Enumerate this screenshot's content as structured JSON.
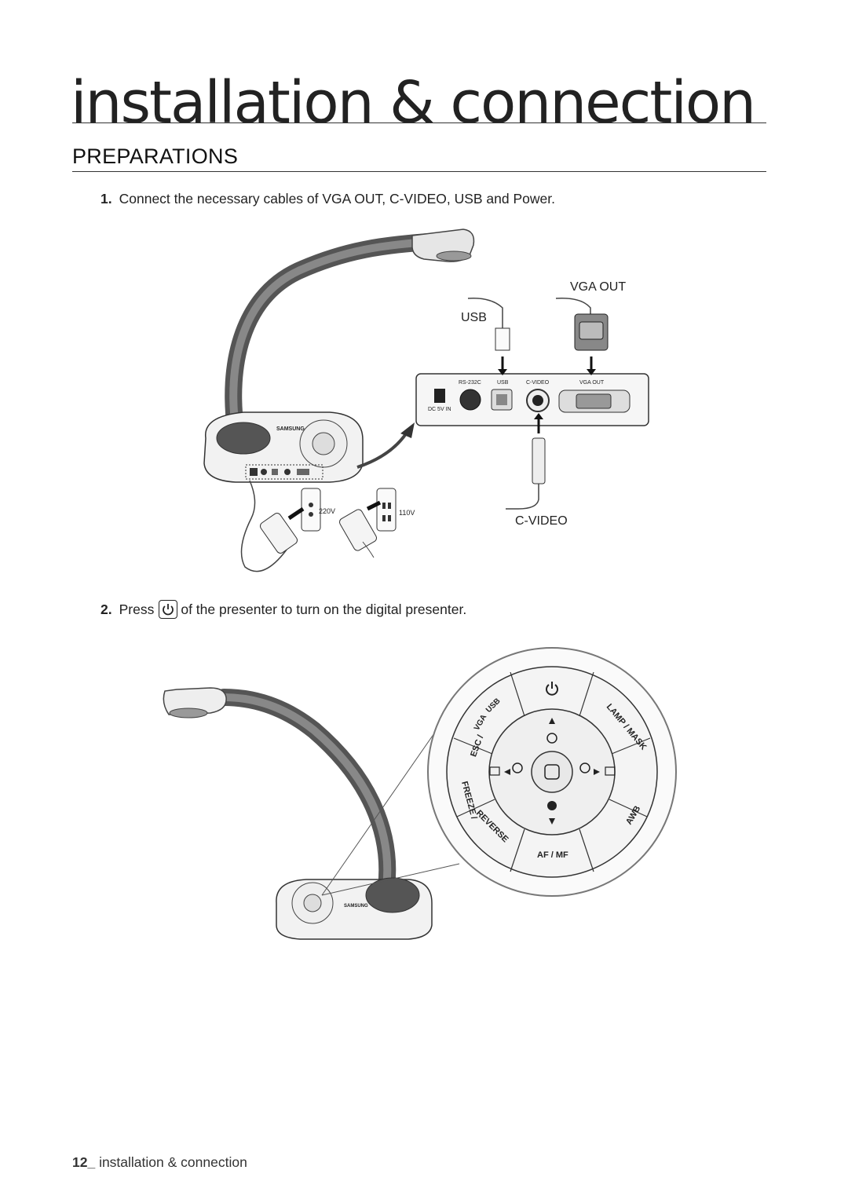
{
  "header": {
    "chapter_title": "installation & connection",
    "section_title": "PREPARATIONS"
  },
  "steps": [
    {
      "number": "1.",
      "text": "Connect the necessary cables of VGA OUT, C-VIDEO, USB and Power."
    },
    {
      "number": "2.",
      "pre": "Press",
      "post": "of the presenter to turn on the digital presenter."
    }
  ],
  "figure1": {
    "cable_labels": {
      "usb": "USB",
      "vga_out": "VGA OUT",
      "c_video": "C-VIDEO"
    },
    "panel_labels": {
      "rs232c": "RS-232C",
      "usb": "USB",
      "c_video": "C-VIDEO",
      "vga_out": "VGA OUT",
      "dc": "DC 5V IN"
    },
    "voltage_labels": {
      "v220": "220V",
      "v110": "110V"
    },
    "brand": "SAMSUNG"
  },
  "figure2": {
    "dial_labels": {
      "esc": "ESC /",
      "vga": "VGA",
      "usb": "USB",
      "lamp_mask": "LAMP / MASK",
      "freeze": "FREEZE /",
      "reverse": "REVERSE",
      "awb": "AWB",
      "af_mf": "AF / MF"
    },
    "brand": "SAMSUNG"
  },
  "footer": {
    "page_number": "12_",
    "text": " installation & connection"
  }
}
